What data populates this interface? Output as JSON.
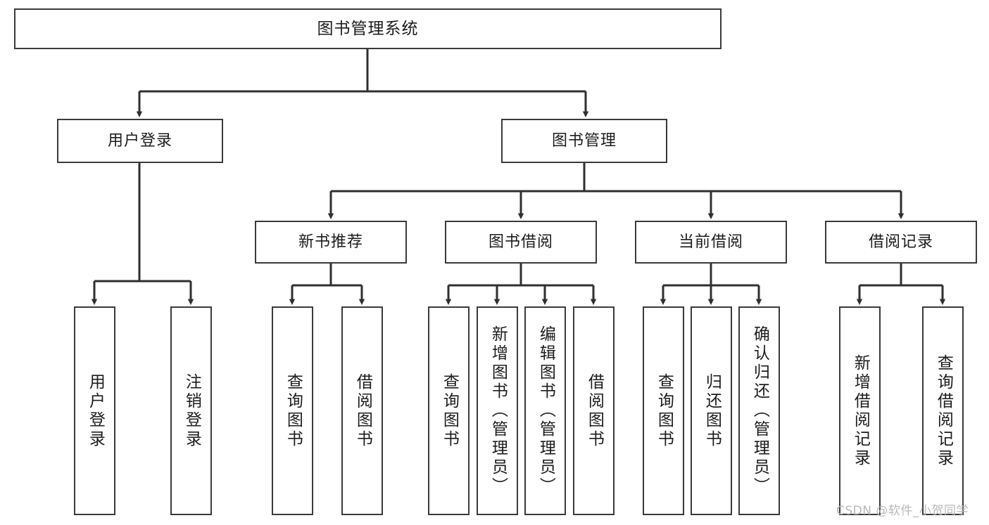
{
  "diagram": {
    "title": "图书管理系统",
    "type": "tree-hierarchy",
    "root": {
      "label": "图书管理系统"
    },
    "level2": [
      {
        "label": "用户登录"
      },
      {
        "label": "图书管理"
      }
    ],
    "level3": [
      {
        "label": "新书推荐"
      },
      {
        "label": "图书借阅"
      },
      {
        "label": "当前借阅"
      },
      {
        "label": "借阅记录"
      }
    ],
    "leaves": {
      "user_login": [
        {
          "label": "用户登录"
        },
        {
          "label": "注销登录"
        }
      ],
      "new_book_recommend": [
        {
          "label": "查询图书"
        },
        {
          "label": "借阅图书"
        }
      ],
      "book_borrow": [
        {
          "label": "查询图书"
        },
        {
          "label": "新增图书（管理员）"
        },
        {
          "label": "编辑图书（管理员）"
        },
        {
          "label": "借阅图书"
        }
      ],
      "current_borrow": [
        {
          "label": "查询图书"
        },
        {
          "label": "归还图书"
        },
        {
          "label": "确认归还（管理员）"
        }
      ],
      "borrow_record": [
        {
          "label": "新增借阅记录"
        },
        {
          "label": "查询借阅记录"
        }
      ]
    }
  },
  "watermark": {
    "text": "CSDN @软件_小贺同学"
  },
  "colors": {
    "box_border": "#3a3a3a",
    "connector": "#2f2f2f",
    "text": "#1c1c1c",
    "background": "#ffffff",
    "watermark": "#b8b8b8"
  }
}
